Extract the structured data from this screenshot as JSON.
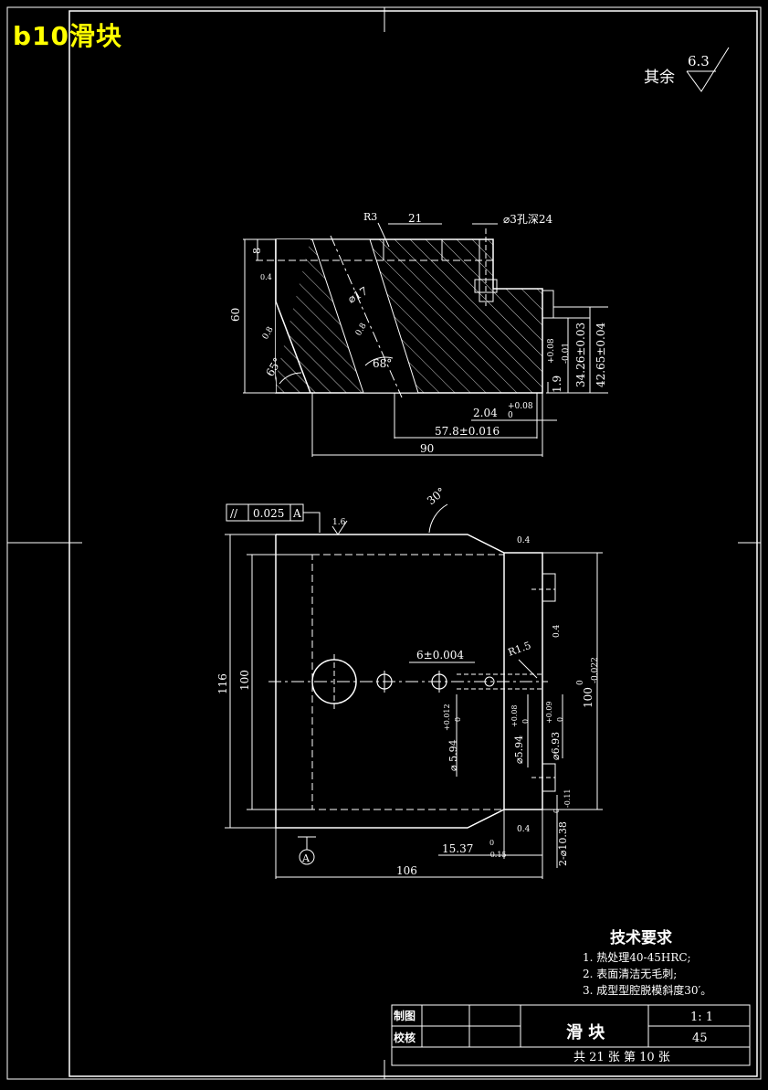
{
  "header": {
    "title": "b10滑块"
  },
  "roughness": {
    "label": "其余",
    "value": "6.3"
  },
  "section_view": {
    "r3": "R3",
    "d21": "21",
    "hole": "⌀3孔深24",
    "d8": "8",
    "r04": "0.4",
    "d60": "60",
    "d17": "⌀17",
    "r08a": "0.8",
    "r08b": "0.8",
    "a65": "65°",
    "a68": "68°",
    "d19": "1.9",
    "d19_tol_up": "+0.08",
    "d19_tol_dn": "-0.01",
    "d3426": "34.26±0.03",
    "d4265": "42.65±0.04",
    "d204": "2.04",
    "d204_tol_up": "+0.08",
    "d204_tol_dn": "0",
    "d578": "57.8±0.016",
    "d90": "90"
  },
  "plan_view": {
    "tol_par": "//",
    "tol_val": "0.025",
    "tol_ref": "A",
    "r16": "1.6",
    "a30": "30°",
    "r04a": "0.4",
    "r04b": "0.4",
    "r04c": "0.4",
    "d116": "116",
    "d100": "100",
    "d6": "6±0.004",
    "r15": "R1.5",
    "d100r": "100",
    "d100r_up": "0",
    "d100r_dn": "-0.022",
    "dia594": "⌀ 5.94",
    "dia594_up": "+0.012",
    "dia594_dn": "0",
    "dia594b": "⌀5.94",
    "dia594b_up": "+0.08",
    "dia594b_dn": "0",
    "dia693": "⌀6.93",
    "dia693_up": "+0.09",
    "dia693_dn": "0",
    "dia1038": "2-⌀10.38",
    "dia1038_up": "0",
    "dia1038_dn": "-0.11",
    "d1537": "15.37",
    "d1537_up": "0",
    "d1537_dn": "-0.15",
    "d106": "106",
    "datum": "A"
  },
  "tech_notes": {
    "title": "技术要求",
    "items": [
      "1. 热处理40-45HRC;",
      "2. 表面清洁无毛刺;",
      "3. 成型型腔脱模斜度30′。"
    ]
  },
  "title_block": {
    "drawn": "制图",
    "checked": "校核",
    "part_name": "滑  块",
    "scale": "1: 1",
    "material": "45",
    "sheets": "共 21 张  第 10 张"
  }
}
